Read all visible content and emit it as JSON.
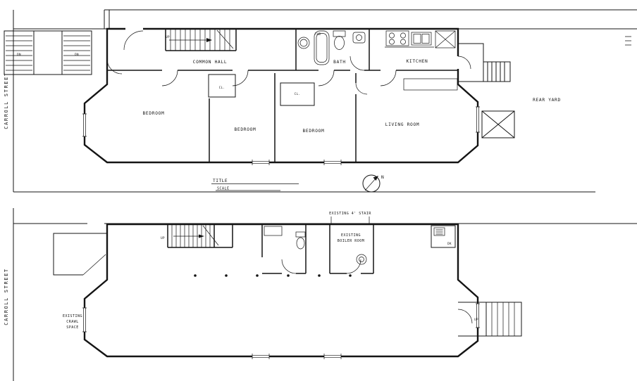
{
  "page": {
    "background": "#ffffff",
    "ink": "#141414"
  },
  "first_floor": {
    "street_label": "CARROLL STREET",
    "room_common_hall": "COMMON HALL",
    "room_bath": "BATH",
    "fixture_tub": "TUB",
    "room_kitchen": "KITCHEN",
    "room_bedroom_1": "BEDROOM",
    "room_bedroom_2": "BEDROOM",
    "room_bedroom_3": "BEDROOM",
    "room_living": "LIVING ROOM",
    "closet_1": "CL.",
    "closet_2": "CL.",
    "rear_yard": "REAR YARD",
    "stair_up": "UP",
    "deck_dn_1": "DN",
    "deck_dn_2": "DN",
    "title_label": "TITLE",
    "scale_label": "SCALE",
    "north_label": "N"
  },
  "cellar": {
    "street_label": "CARROLL STREET",
    "front_note": "EXISTING 4' STAIR",
    "stair_up": "UP",
    "boiler_line_1": "EXISTING",
    "boiler_line_2": "BOILER ROOM",
    "crawl_line_1": "EXISTING",
    "crawl_line_2": "CRAWL",
    "crawl_line_3": "SPACE",
    "rear_stair_up": "UP",
    "dumbwaiter_label": "DK"
  }
}
